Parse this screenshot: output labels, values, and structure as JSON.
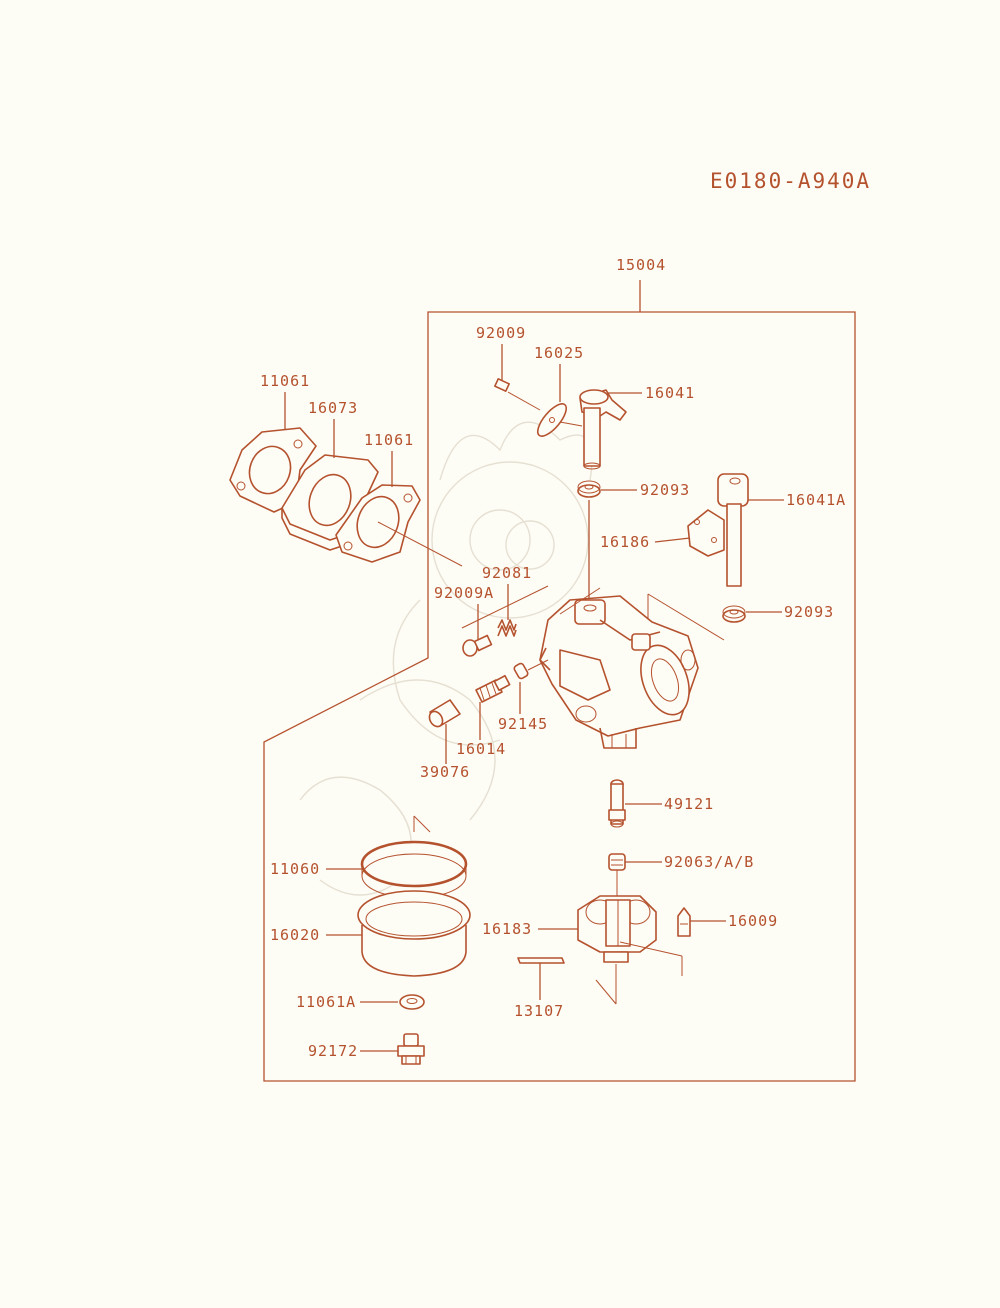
{
  "diagram_code": "E0180-A940A",
  "colors": {
    "line": "#b5522e",
    "background": "#fdfcf5",
    "watermark": "#e6e0d3"
  },
  "parts": {
    "p15004": "15004",
    "p92009": "92009",
    "p16025": "16025",
    "p16041": "16041",
    "p11061_a": "11061",
    "p16073": "16073",
    "p11061_b": "11061",
    "p92093_a": "92093",
    "p16041A": "16041A",
    "p16186": "16186",
    "p92081": "92081",
    "p92009A": "92009A",
    "p92093_b": "92093",
    "p92145": "92145",
    "p16014": "16014",
    "p39076": "39076",
    "p49121": "49121",
    "p11060": "11060",
    "p92063": "92063/A/B",
    "p16183": "16183",
    "p16009": "16009",
    "p16020": "16020",
    "p13107": "13107",
    "p11061A": "11061A",
    "p92172": "92172"
  }
}
